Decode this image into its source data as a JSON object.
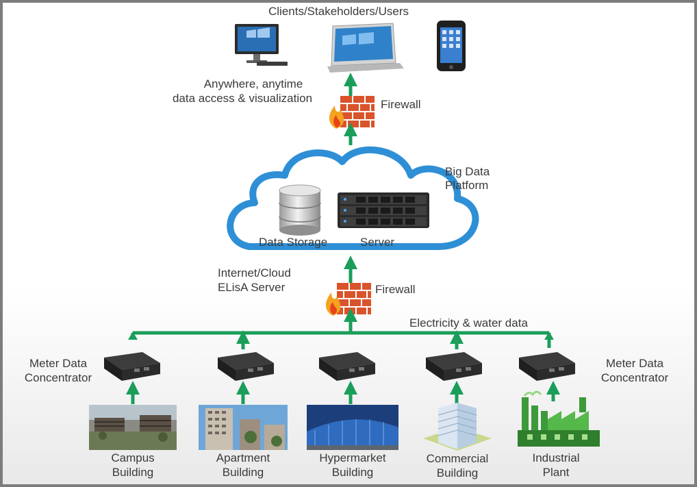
{
  "top": {
    "clients_label": "Clients/Stakeholders/Users",
    "access_line1": "Anywhere, anytime",
    "access_line2": "data access & visualization"
  },
  "firewalls": {
    "top_label": "Firewall",
    "bottom_label": "Firewall"
  },
  "cloud": {
    "platform_line1": "Big Data",
    "platform_line2": "Platform",
    "storage_label": "Data Storage",
    "server_label": "Server"
  },
  "server_side": {
    "line1": "Internet/Cloud",
    "line2": "ELisA Server"
  },
  "bus_label": "Electricity & water data",
  "concentrators": {
    "left_line1": "Meter Data",
    "left_line2": "Concentrator",
    "right_line1": "Meter Data",
    "right_line2": "Concentrator"
  },
  "buildings": [
    {
      "line1": "Campus",
      "line2": "Building"
    },
    {
      "line1": "Apartment",
      "line2": "Building"
    },
    {
      "line1": "Hypermarket",
      "line2": "Building"
    },
    {
      "line1": "Commercial",
      "line2": "Building"
    },
    {
      "line1": "Industrial",
      "line2": "Plant"
    }
  ],
  "colors": {
    "arrow": "#1a9e5a",
    "cloud_outline": "#2e8fd6",
    "firewall": "#d9542b",
    "flame": "#f4a21f"
  },
  "icons": [
    "desktop-monitor-icon",
    "laptop-icon",
    "smartphone-icon",
    "firewall-icon",
    "database-icon",
    "server-rack-icon",
    "concentrator-device-icon"
  ]
}
